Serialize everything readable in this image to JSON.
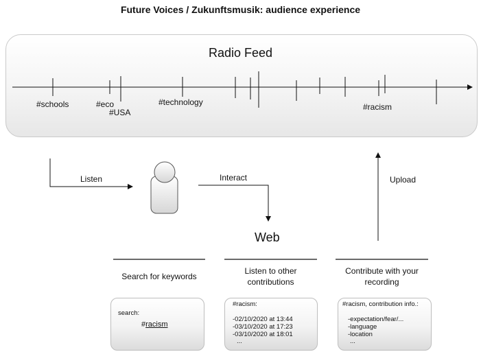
{
  "title": "Future Voices / Zukunftsmusik: audience experience",
  "feed": {
    "title": "Radio Feed",
    "tags": [
      "#schools",
      "#eco",
      "#USA",
      "#technology",
      "#racism"
    ]
  },
  "flow": {
    "listen": "Listen",
    "interact": "Interact",
    "upload": "Upload",
    "web": "Web"
  },
  "columns": [
    {
      "heading": "Search for keywords",
      "card_label": "search:",
      "card_prefix": "#",
      "card_link": "racism"
    },
    {
      "heading": "Listen to other\ncontributions",
      "card_title": "#racism:",
      "entries": [
        "-02/10/2020 at 13:44",
        "-03/10/2020 at 17:23",
        "-03/10/2020 at 18:01",
        "..."
      ]
    },
    {
      "heading": "Contribute with your\nrecording",
      "card_title": "#racism, contribution info.:",
      "entries": [
        "-expectation/fear/...",
        "-language",
        "-location",
        "..."
      ]
    }
  ]
}
